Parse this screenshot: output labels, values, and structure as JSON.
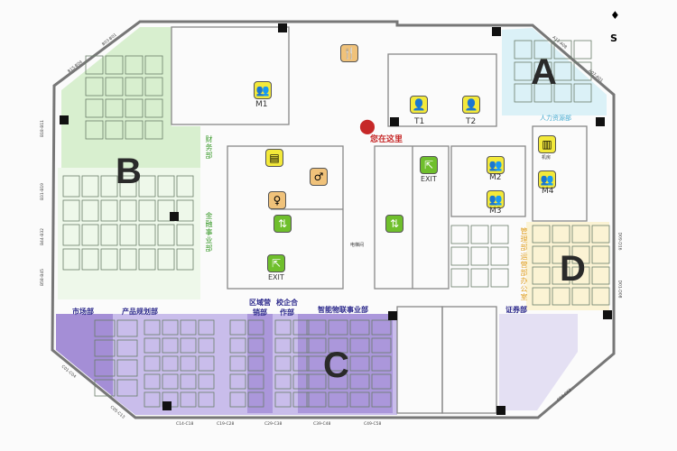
{
  "zones": [
    {
      "letter": "A",
      "color": "#d9f1f7"
    },
    {
      "letter": "B",
      "color": "#dcf2d5"
    },
    {
      "letter": "C",
      "color": "#a994d8"
    },
    {
      "letter": "D",
      "color": "#fbf3d0"
    }
  ],
  "here": {
    "label": "您在这里",
    "color": "#c62828"
  },
  "compass": {
    "label": "S"
  },
  "rooms": {
    "m1": "M1",
    "m2": "M2",
    "m3": "M3",
    "m4": "M4",
    "t1": "T1",
    "t2": "T2",
    "exit1": "EXIT",
    "exit2": "EXIT",
    "elevator": "电梯间",
    "server": "机房"
  },
  "departments": {
    "finance": "财务部",
    "financial_business": "金融事业部",
    "marketing": "市场部",
    "product_planning": "产品规划部",
    "regional_sales": "区域营销部",
    "school_enterprise": "校企合作部",
    "iot_business": "智能物联事业部",
    "securities": "证券部",
    "hr": "人力资源部",
    "management": "管理部",
    "operations": "运营部",
    "office": "办公室"
  },
  "wall_labels": {
    "b1": "B03-B01",
    "b2": "B15-B04",
    "b3": "B18-B11",
    "b4": "B31-B19",
    "b5": "B44-B32",
    "b6": "B58-B45",
    "c1": "C01-C04",
    "c2": "C05-C13",
    "c3": "C14-C18",
    "c4": "C19-C28",
    "c5": "C29-C38",
    "c6": "C39-C48",
    "c7": "C49-C58",
    "c8": "C59-C62",
    "d1": "D09-D16",
    "d2": "D01-D08",
    "a1": "A11-A08",
    "a2": "A07-A01"
  },
  "icons": [
    "meeting-room",
    "restaurant",
    "training-room",
    "printer",
    "restroom-male",
    "restroom-female",
    "emergency-exit",
    "elevator",
    "server-room",
    "location-pin",
    "compass"
  ]
}
